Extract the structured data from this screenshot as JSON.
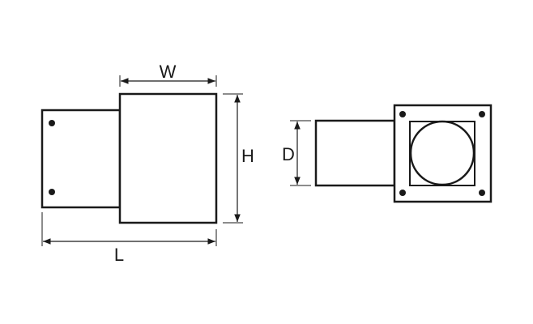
{
  "labels": {
    "width": "W",
    "height": "H",
    "length": "L",
    "diameter": "D"
  },
  "colors": {
    "stroke": "#1a1a1a",
    "background": "#ffffff"
  }
}
